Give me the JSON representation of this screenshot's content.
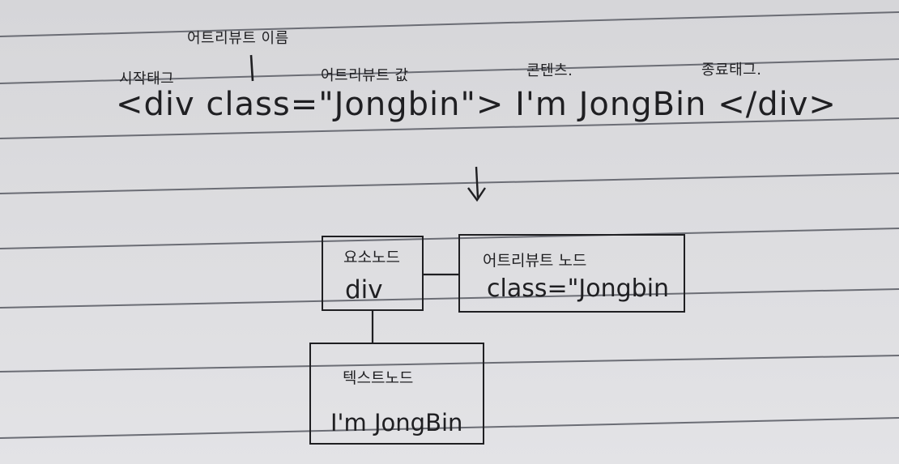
{
  "annotations": {
    "attribute_name": "어트리뷰트 이름",
    "start_tag": "시작태그",
    "attribute_value": "어트리뷰트 값",
    "content": "콘텐츠.",
    "end_tag": "종료태그."
  },
  "source_code": "<div class=\"Jongbin\"> I'm JongBin </div>",
  "arrow_symbol": "↓",
  "element_node": {
    "title": "요소노드",
    "value": "div"
  },
  "attribute_node": {
    "title": "어트리뷰트 노드",
    "value": "class=\"Jongbin"
  },
  "text_node": {
    "title": "텍스트노드",
    "value": "I'm JongBin"
  },
  "colors": {
    "paper": "#dcdcdf",
    "line": "#6b6d75",
    "ink": "#1f1f22"
  }
}
